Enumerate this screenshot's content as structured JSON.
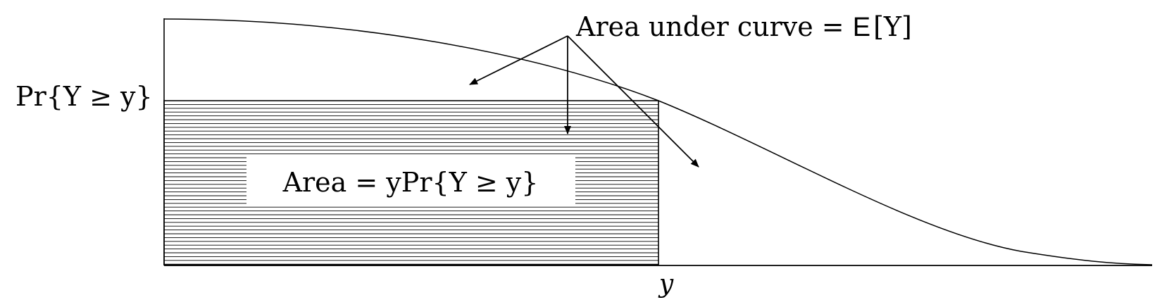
{
  "labels": {
    "left_prob": "Pr{Y ≥ y}",
    "x_marker": "y",
    "rect_area": "Area = yPr{Y ≥ y}",
    "curve_area_prefix": "Area under curve = ",
    "curve_area_E": "E",
    "curve_area_arg": "[Y]"
  },
  "colors": {
    "stroke": "#000000",
    "background": "#ffffff"
  }
}
